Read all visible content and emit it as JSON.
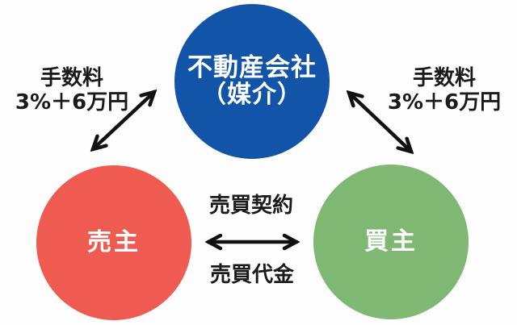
{
  "diagram": {
    "title_implicit": "不動産仲介の取引関係図",
    "background_color": "#FDFDFD",
    "arrow_color": "#111111",
    "nodes": {
      "mediator": {
        "label_line1": "不動産会社",
        "label_line2": "（媒介）",
        "color": "#1254A8",
        "text_color": "#FFFFFF"
      },
      "seller": {
        "label": "売主",
        "color": "#EF5B50",
        "text_color": "#FFFFFF"
      },
      "buyer": {
        "label": "買主",
        "color": "#7FB873",
        "text_color": "#FFFFFF"
      }
    },
    "labels": {
      "left_fee_line1": "手数料",
      "left_fee_line2": "3%＋6万円",
      "right_fee_line1": "手数料",
      "right_fee_line2": "3%＋6万円",
      "contract": "売買契約",
      "payment": "売買代金"
    }
  }
}
